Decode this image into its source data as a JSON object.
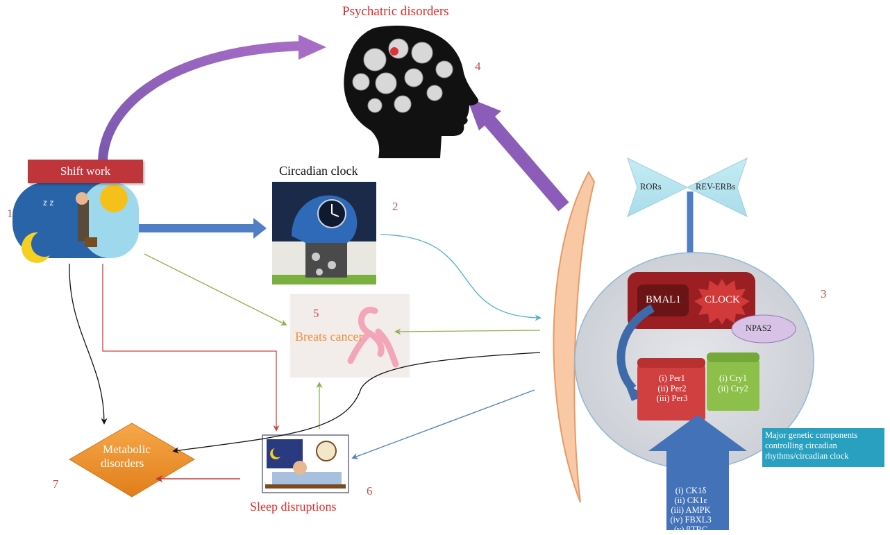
{
  "labels": {
    "psych": "Psychatric disorders",
    "num4": "4",
    "shift_work": "Shift work",
    "num1": "1",
    "circadian_clock": "Circadian clock",
    "num2": "2",
    "num5": "5",
    "breast_cancer": "Breats cancer",
    "metabolic_line1": "Metabolic",
    "metabolic_line2": "disorders",
    "num7": "7",
    "num6": "6",
    "sleep": "Sleep disruptions",
    "num3": "3",
    "rors": "RORs",
    "reverbs": "REV-ERBs",
    "bmal1": "BMAL1",
    "clock": "CLOCK",
    "npas2": "NPAS2",
    "legend": "Major genetic components controlling circadian rhythms/circadian clock"
  },
  "per_list": [
    "(i) Per1",
    "(ii) Per2",
    "(iii) Per3"
  ],
  "cry_list": [
    "(i) Cry1",
    "(ii) Cry2"
  ],
  "regulators": [
    "(i) CK1δ",
    "(ii) CK1ε",
    "(iii) AMPK",
    "(iv) FBXL3",
    "(v) βTRC"
  ],
  "colors": {
    "number_red": "#c0504d",
    "title_red": "#e02a2a",
    "cancer_orange": "#f0903a",
    "shift_banner": "#c0353a",
    "blue_arrow": "#4f7ec4",
    "purple_arrow": "#8b5cb8",
    "green_line": "#8db04a",
    "cyan_line": "#4ab0c8",
    "red_line": "#d04040",
    "legend_bg": "#2aa0c0",
    "metabolic_orange": "#f09030"
  }
}
